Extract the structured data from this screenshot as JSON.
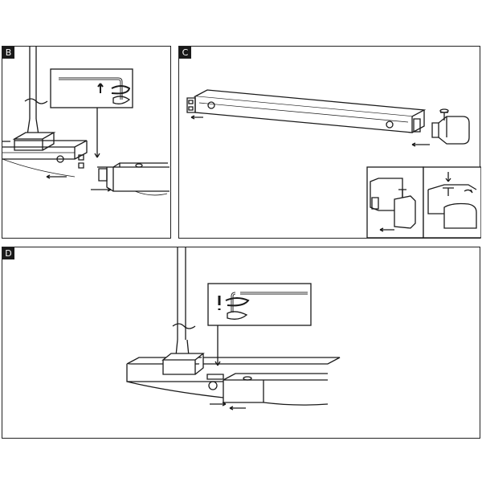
{
  "panels": [
    {
      "label": "B"
    },
    {
      "label": "C"
    },
    {
      "label": "D"
    }
  ],
  "colors": {
    "line": "#1a1a1a",
    "fill": "#ffffff",
    "shade": "#cfcfcf"
  }
}
